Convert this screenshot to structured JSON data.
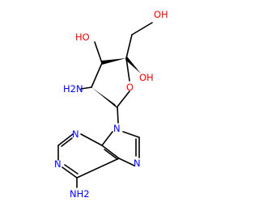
{
  "molecule": {
    "colors": {
      "bond": "#000000",
      "carbon": "#000000",
      "oxygen": "#ff0000",
      "nitrogen": "#0000ff"
    },
    "labels": {
      "oh_top": "OH",
      "ho_ring": "HO",
      "oh_side": "OH",
      "ring_o": "O",
      "nh2_ring": "H2N",
      "n9": "N",
      "n3": "N",
      "n1": "N",
      "n7": "N",
      "nh2_base": "NH2"
    }
  }
}
